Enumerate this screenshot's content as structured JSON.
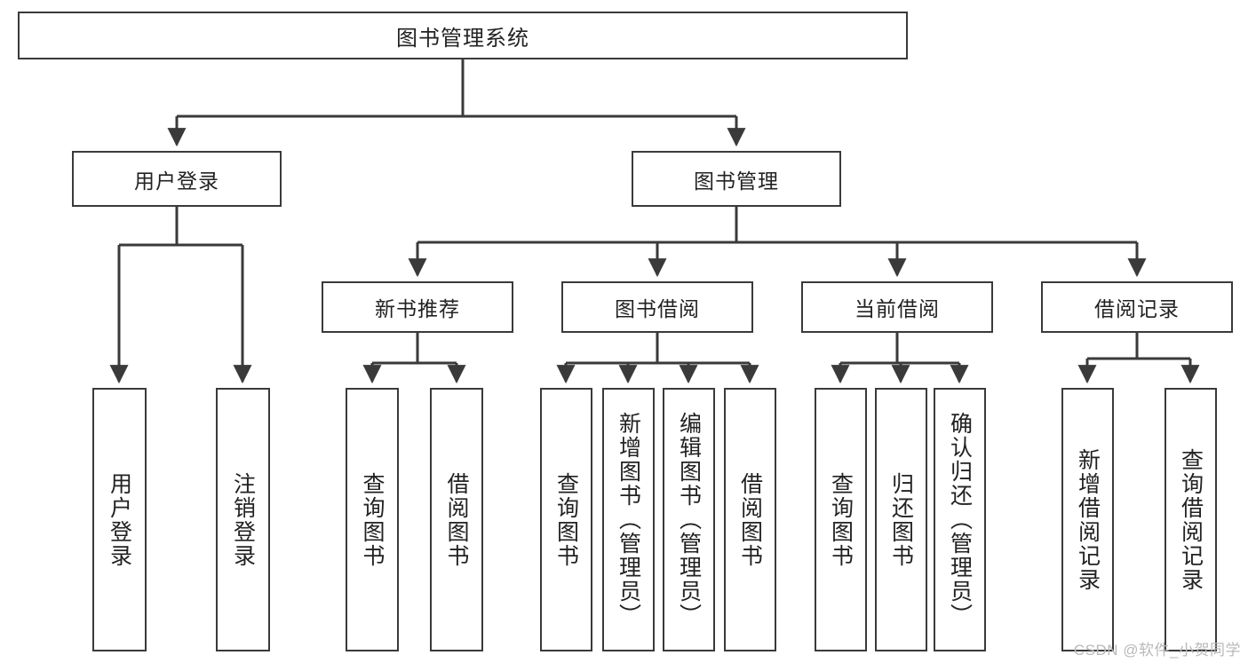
{
  "diagram": {
    "title": "图书管理系统",
    "type": "tree-hierarchy-diagram",
    "style": {
      "box_stroke": "#3a3a3a",
      "box_fill": "#ffffff",
      "connector": "#3a3a3a",
      "text": "#222222",
      "background": "#ffffff",
      "watermark_color": "#b9b9b9"
    },
    "root": {
      "label": "图书管理系统"
    },
    "level2": [
      {
        "label": "用户登录"
      },
      {
        "label": "图书管理"
      }
    ],
    "level3": [
      {
        "label": "新书推荐"
      },
      {
        "label": "图书借阅"
      },
      {
        "label": "当前借阅"
      },
      {
        "label": "借阅记录"
      }
    ],
    "leaves": {
      "user_login": [
        {
          "label": "用户登录"
        },
        {
          "label": "注销登录"
        }
      ],
      "new_book": [
        {
          "label": "查询图书"
        },
        {
          "label": "借阅图书"
        }
      ],
      "book_borrow": [
        {
          "label": "查询图书"
        },
        {
          "label": "新增图书（管理员）"
        },
        {
          "label": "编辑图书（管理员）"
        },
        {
          "label": "借阅图书"
        }
      ],
      "current_borrow": [
        {
          "label": "查询图书"
        },
        {
          "label": "归还图书"
        },
        {
          "label": "确认归还（管理员）"
        }
      ],
      "borrow_record": [
        {
          "label": "新增借阅记录"
        },
        {
          "label": "查询借阅记录"
        }
      ]
    }
  },
  "watermark": {
    "text": "CSDN @软件_小贺同学"
  }
}
